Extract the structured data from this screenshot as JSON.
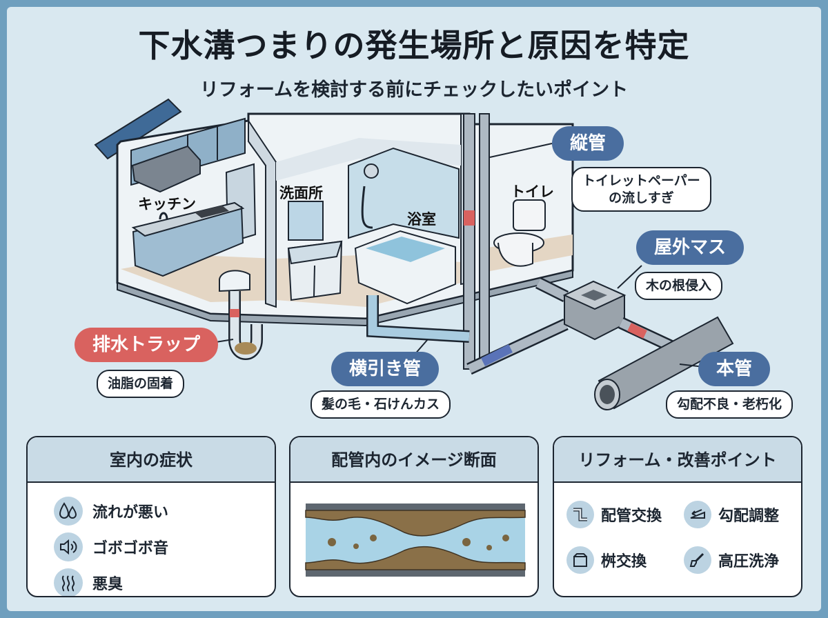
{
  "title": "下水溝つまりの発生場所と原因を特定",
  "subtitle": "リフォームを検討する前にチェックしたいポイント",
  "rooms": {
    "kitchen": "キッチン",
    "washroom": "洗面所",
    "bathroom": "浴室",
    "toilet": "トイレ"
  },
  "callouts": {
    "trap": {
      "label": "排水トラップ",
      "cause": "油脂の固着"
    },
    "horizontal": {
      "label": "横引き管",
      "cause": "髪の毛・石けんカス"
    },
    "vertical": {
      "label": "縦管",
      "cause_line1": "トイレットペーパー",
      "cause_line2": "の流しすぎ"
    },
    "outdoor": {
      "label": "屋外マス",
      "cause": "木の根侵入"
    },
    "main": {
      "label": "本管",
      "cause": "勾配不良・老朽化"
    }
  },
  "panels": {
    "symptoms": {
      "title": "室内の症状",
      "items": [
        {
          "icon": "water-drops-icon",
          "label": "流れが悪い"
        },
        {
          "icon": "speaker-sound-icon",
          "label": "ゴボゴボ音"
        },
        {
          "icon": "odor-waves-icon",
          "label": "悪臭"
        }
      ]
    },
    "cross_section": {
      "title": "配管内のイメージ断面"
    },
    "improvements": {
      "title": "リフォーム・改善ポイント",
      "items": [
        {
          "icon": "pipe-icon",
          "label": "配管交換"
        },
        {
          "icon": "slope-arrow-icon",
          "label": "勾配調整"
        },
        {
          "icon": "box-icon",
          "label": "桝交換"
        },
        {
          "icon": "pressure-washer-icon",
          "label": "高圧洗浄"
        }
      ]
    }
  },
  "colors": {
    "accent_red": "#d9625f",
    "accent_blue": "#4a6e9f",
    "background": "#d9e8f0",
    "frame": "#6f9fbe"
  }
}
